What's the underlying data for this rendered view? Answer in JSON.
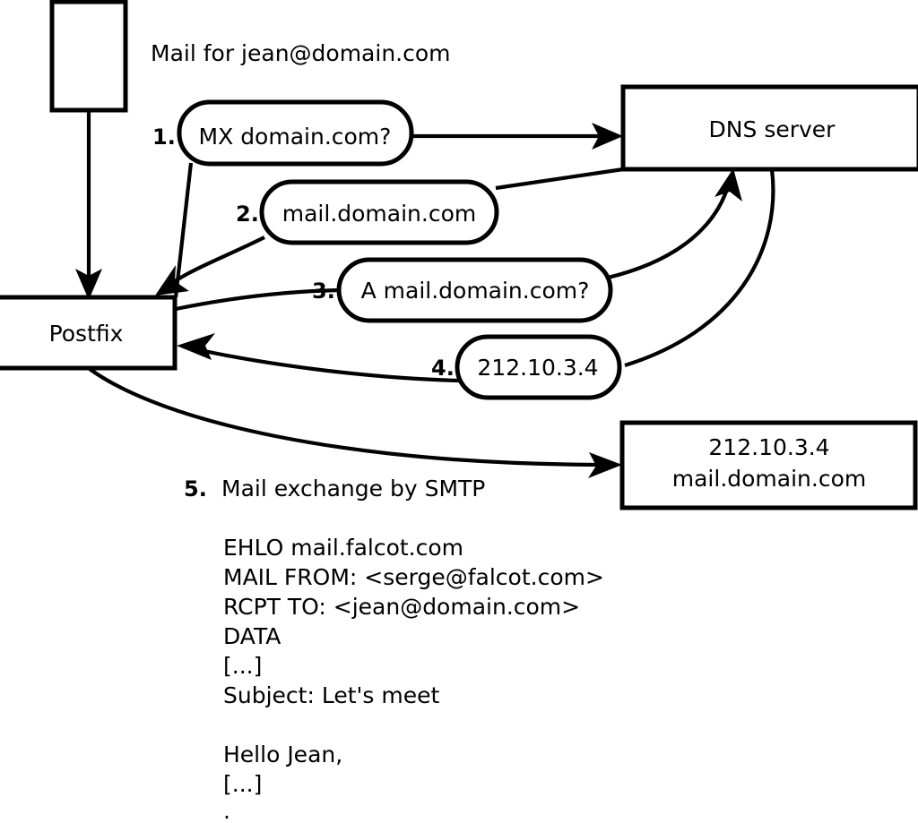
{
  "diagram": {
    "caption": "Mail for jean@domain.com",
    "nodes": [
      {
        "id": "source-box",
        "label": ""
      },
      {
        "id": "postfix",
        "label": "Postfix"
      },
      {
        "id": "dns-server",
        "label": "DNS server"
      },
      {
        "id": "mail-server",
        "line1": "212.10.3.4",
        "line2": "mail.domain.com"
      }
    ],
    "steps": [
      {
        "num": "1.",
        "text": "MX domain.com?"
      },
      {
        "num": "2.",
        "text": "mail.domain.com"
      },
      {
        "num": "3.",
        "text": "A mail.domain.com?"
      },
      {
        "num": "4.",
        "text": "212.10.3.4"
      }
    ],
    "step5": {
      "num": "5.",
      "text": "Mail exchange by SMTP"
    },
    "transcript": [
      "EHLO mail.falcot.com",
      "MAIL FROM: <serge@falcot.com>",
      "RCPT TO: <jean@domain.com>",
      "DATA",
      "[...]",
      "Subject: Let's meet",
      "",
      "Hello Jean,",
      "[...]",
      "."
    ],
    "colors": {
      "stroke": "#000000",
      "fill": "#ffffff",
      "text": "#000000"
    }
  }
}
